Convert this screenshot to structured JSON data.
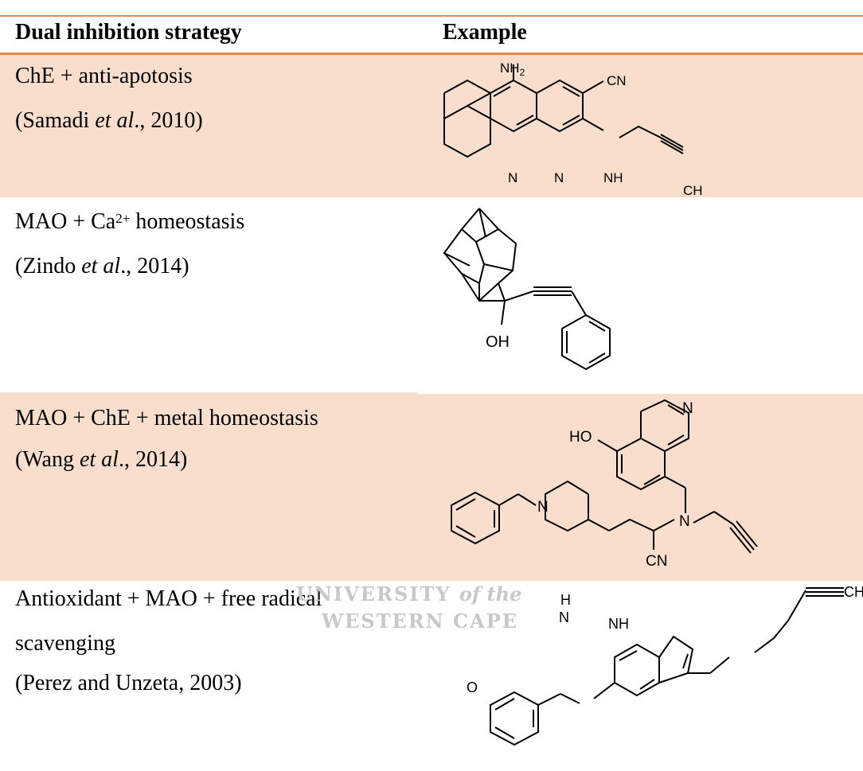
{
  "header": {
    "col1": "Dual inhibition strategy",
    "col2": "Example"
  },
  "rows": [
    {
      "strategy_line1": "ChE + anti-apotosis",
      "ref_prefix": "(Samadi ",
      "ref_italic": "et al",
      "ref_suffix": "., 2010)",
      "labels": {
        "nh2": "NH",
        "nh2_sub": "2",
        "cn": "CN",
        "n1": "N",
        "n2": "N",
        "nh": "NH",
        "ch": "CH"
      }
    },
    {
      "strategy_prefix": "MAO + Ca",
      "strategy_sup": "2+",
      "strategy_suffix": " homeostasis",
      "ref_prefix": "(Zindo ",
      "ref_italic": "et al",
      "ref_suffix": "., 2014)",
      "labels": {
        "oh": "OH"
      }
    },
    {
      "strategy_line1": "MAO + ChE + metal homeostasis",
      "ref_prefix": " (Wang ",
      "ref_italic": "et al",
      "ref_suffix": "., 2014)",
      "labels": {
        "n_quin": "N",
        "ho": "HO",
        "n_pip": "N",
        "n_amine": "N",
        "cn": "CN"
      }
    },
    {
      "strategy_line1": "Antioxidant + MAO + free radical",
      "strategy_line2": "scavenging",
      "ref_line": "(Perez and Unzeta, 2003)",
      "labels": {
        "h": "H",
        "n_indole": "N",
        "nh": "NH",
        "ch": "CH",
        "o": "O"
      }
    }
  ],
  "watermark": {
    "line1_main": "UNIVERSITY ",
    "line1_italic": "of the",
    "line2": "WESTERN CAPE"
  },
  "colors": {
    "accent_rule": "#e08b4f",
    "row_shade": "#fadecd"
  }
}
